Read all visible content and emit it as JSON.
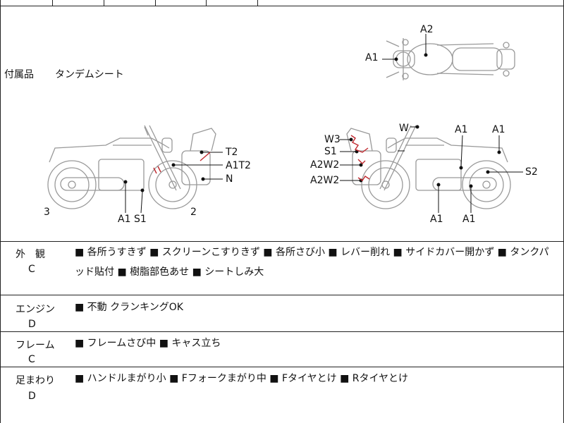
{
  "accessories": {
    "label": "付属品",
    "value": "タンデムシート"
  },
  "top_view": {
    "labels": [
      "A2",
      "A1"
    ]
  },
  "left_view": {
    "labels": [
      "T2",
      "A1T2",
      "N",
      "3",
      "2",
      "A1",
      "S1"
    ]
  },
  "right_view": {
    "labels": [
      "W",
      "W3",
      "S1",
      "A2W2",
      "A2W2",
      "A1",
      "A1",
      "S2",
      "A1",
      "A1"
    ]
  },
  "sections": [
    {
      "title": "外　観",
      "grade": "C",
      "lines": [
        "■ 各所うすきず ■ スクリーンこすりきず ■ 各所さび小 ■ レバー削れ ■ サイドカバー開かず ■ タンクパ",
        "ッド貼付 ■ 樹脂部色あせ ■ シートしみ大"
      ]
    },
    {
      "title": "エンジン",
      "grade": "D",
      "lines": [
        "■ 不動 クランキングOK"
      ]
    },
    {
      "title": "フレーム",
      "grade": "C",
      "lines": [
        "■ フレームさび中 ■ キャス立ち"
      ]
    },
    {
      "title": "足まわり",
      "grade": "D",
      "lines": [
        "■ ハンドルまがり小 ■ Fフォークまがり中 ■ Fタイヤとけ ■ Rタイヤとけ"
      ]
    }
  ]
}
